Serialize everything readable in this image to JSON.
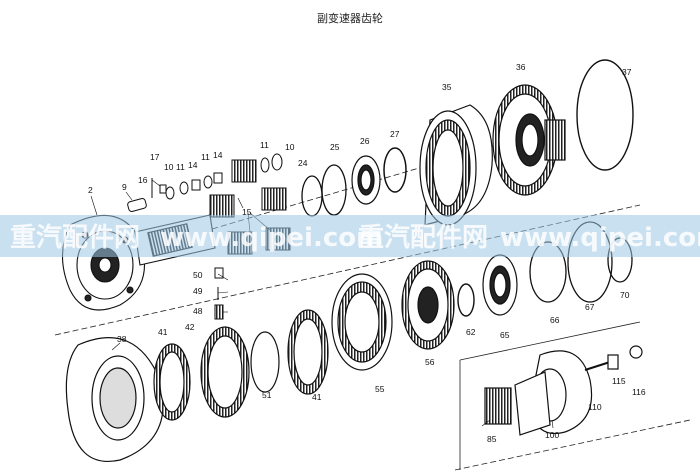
{
  "title": "副变速器齿轮",
  "watermark": {
    "left": "重汽配件网",
    "mid_url": "www.qipei.com",
    "right": "重汽配件网",
    "right_url": "www.qipei.com"
  },
  "callouts": [
    {
      "id": "c1",
      "text": "2"
    },
    {
      "id": "c2",
      "text": "9"
    },
    {
      "id": "c3",
      "text": "16"
    },
    {
      "id": "c4",
      "text": "17"
    },
    {
      "id": "c5",
      "text": "10"
    },
    {
      "id": "c6",
      "text": "11"
    },
    {
      "id": "c7",
      "text": "14"
    },
    {
      "id": "c8",
      "text": "11"
    },
    {
      "id": "c9",
      "text": "14"
    },
    {
      "id": "c10",
      "text": "11"
    },
    {
      "id": "c11",
      "text": "10"
    },
    {
      "id": "c12",
      "text": "24"
    },
    {
      "id": "c13",
      "text": "25"
    },
    {
      "id": "c14",
      "text": "26"
    },
    {
      "id": "c15",
      "text": "27"
    },
    {
      "id": "c16",
      "text": "35"
    },
    {
      "id": "c17",
      "text": "36"
    },
    {
      "id": "c18",
      "text": "37"
    },
    {
      "id": "c19",
      "text": "15"
    },
    {
      "id": "c20",
      "text": "50"
    },
    {
      "id": "c21",
      "text": "49"
    },
    {
      "id": "c22",
      "text": "48"
    },
    {
      "id": "c23",
      "text": "38"
    },
    {
      "id": "c24",
      "text": "41"
    },
    {
      "id": "c25",
      "text": "42"
    },
    {
      "id": "c26",
      "text": "51"
    },
    {
      "id": "c27",
      "text": "41"
    },
    {
      "id": "c28",
      "text": "55"
    },
    {
      "id": "c29",
      "text": "56"
    },
    {
      "id": "c30",
      "text": "62"
    },
    {
      "id": "c31",
      "text": "65"
    },
    {
      "id": "c32",
      "text": "66"
    },
    {
      "id": "c33",
      "text": "67"
    },
    {
      "id": "c34",
      "text": "70"
    },
    {
      "id": "c35",
      "text": "115"
    },
    {
      "id": "c36",
      "text": "116"
    },
    {
      "id": "c37",
      "text": "110"
    },
    {
      "id": "c38",
      "text": "85"
    },
    {
      "id": "c39",
      "text": "100"
    }
  ]
}
